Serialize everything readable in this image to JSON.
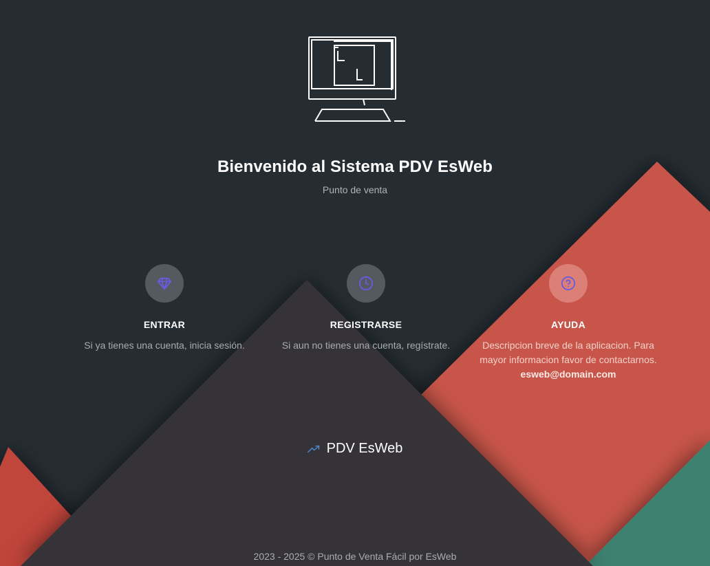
{
  "header": {
    "title": "Bienvenido al Sistema PDV EsWeb",
    "subtitle": "Punto de venta"
  },
  "features": [
    {
      "icon": "diamond-icon",
      "title": "ENTRAR",
      "description": "Si ya tienes una cuenta, inicia sesión."
    },
    {
      "icon": "clock-icon",
      "title": "REGISTRARSE",
      "description": "Si aun no tienes una cuenta, regístrate."
    },
    {
      "icon": "question-circle-icon",
      "title": "AYUDA",
      "description": "Descripcion breve de la aplicacion. Para mayor informacion favor de contactarnos.",
      "contact_email": "esweb@domain.com"
    }
  ],
  "brand": {
    "name": "PDV EsWeb",
    "icon": "trending-up-icon"
  },
  "footer": {
    "text": "2023 - 2025 © Punto de Venta Fácil por EsWeb"
  },
  "colors": {
    "background": "#252d33",
    "triangle_dark": "#353338",
    "triangle_red": "#c8554a",
    "triangle_green": "#3c8170",
    "icon_accent": "#6a5ae0",
    "brand_icon": "#4f86c6"
  }
}
